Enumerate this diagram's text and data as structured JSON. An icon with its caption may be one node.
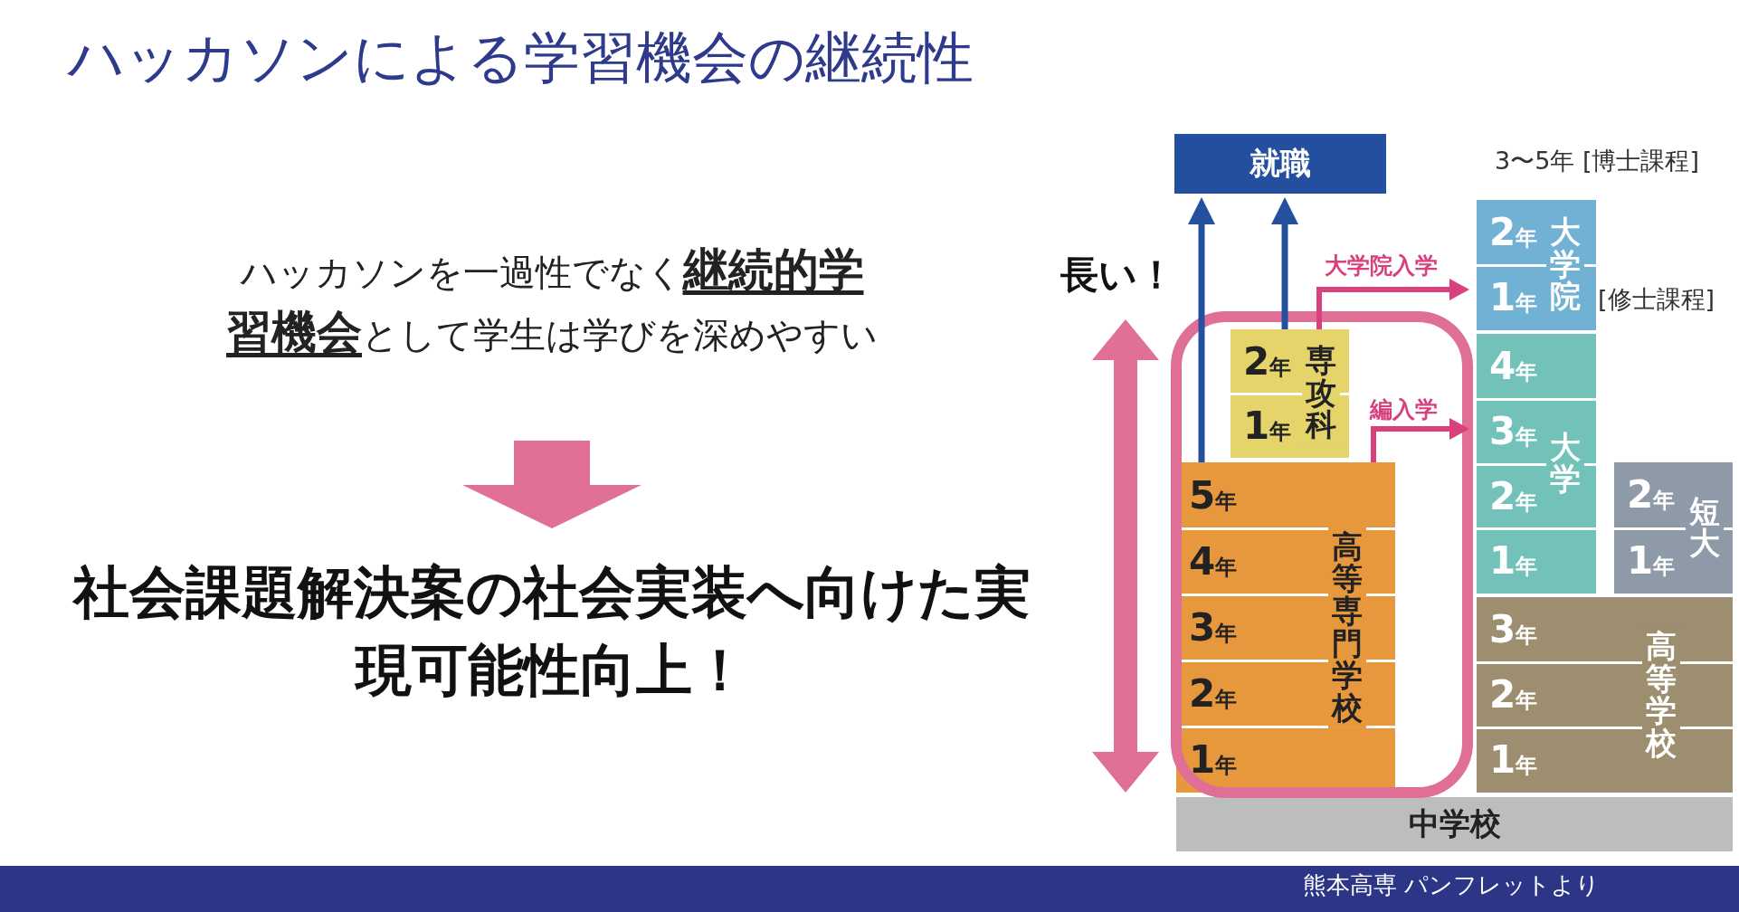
{
  "diagram": {
    "title": "ハッカソンによる学習機会の継続性",
    "nodes": [
      {
        "text": [
          "ハッカソンを一過性でなく**継続的学習機会**として学生は学びを深めやすい"
        ]
      },
      {
        "text": [
          "社会課題解決案の社会実装へ向けた実現可能性向上！"
        ]
      },
      {
        "text": [
          "就職"
        ]
      },
      {
        "text": [
          "大学院"
        ]
      },
      {
        "text": [
          "2年"
        ],
        "in": 3
      },
      {
        "text": [
          "1年"
        ],
        "in": 3
      },
      {
        "text": [
          "専攻科"
        ]
      },
      {
        "text": [
          "2年"
        ],
        "in": 6
      },
      {
        "text": [
          "1年"
        ],
        "in": 6
      },
      {
        "text": [
          "大学"
        ]
      },
      {
        "text": [
          "4年"
        ],
        "in": 9
      },
      {
        "text": [
          "3年"
        ],
        "in": 9
      },
      {
        "text": [
          "2年"
        ],
        "in": 9
      },
      {
        "text": [
          "1年"
        ],
        "in": 9
      },
      {
        "text": [
          "短大"
        ]
      },
      {
        "text": [
          "2年"
        ],
        "in": 14
      },
      {
        "text": [
          "1年"
        ],
        "in": 14
      },
      {
        "text": [
          "高等専門学校"
        ]
      },
      {
        "text": [
          "5年"
        ],
        "in": 17
      },
      {
        "text": [
          "4年"
        ],
        "in": 17
      },
      {
        "text": [
          "3年"
        ],
        "in": 17
      },
      {
        "text": [
          "2年"
        ],
        "in": 17
      },
      {
        "text": [
          "1年"
        ],
        "in": 17
      },
      {
        "text": [
          "高等学校"
        ]
      },
      {
        "text": [
          "3年"
        ],
        "in": 23
      },
      {
        "text": [
          "2年"
        ],
        "in": 23
      },
      {
        "text": [
          "1年"
        ],
        "in": 23
      },
      {
        "text": [
          "中学校"
        ]
      }
    ],
    "edges": [
      {
        "from": 0,
        "to": 1,
        "arrow": "to",
        "style": "thick",
        "color": "#e07094"
      },
      {
        "from": 17,
        "to": 2,
        "arrow": "to",
        "color": "#24509e"
      },
      {
        "from": 6,
        "to": 2,
        "arrow": "to",
        "color": "#24509e"
      },
      {
        "from": 6,
        "to": 3,
        "arrow": "to",
        "label": "大学院入学",
        "color": "#d8407e"
      },
      {
        "from": 17,
        "to": 9,
        "arrow": "to",
        "label": "編入学",
        "color": "#d8407e"
      }
    ],
    "labels": [
      "長い！",
      "3〜5年 [博士課程]",
      "[修士課程]",
      "熊本高専 パンフレットより"
    ]
  }
}
